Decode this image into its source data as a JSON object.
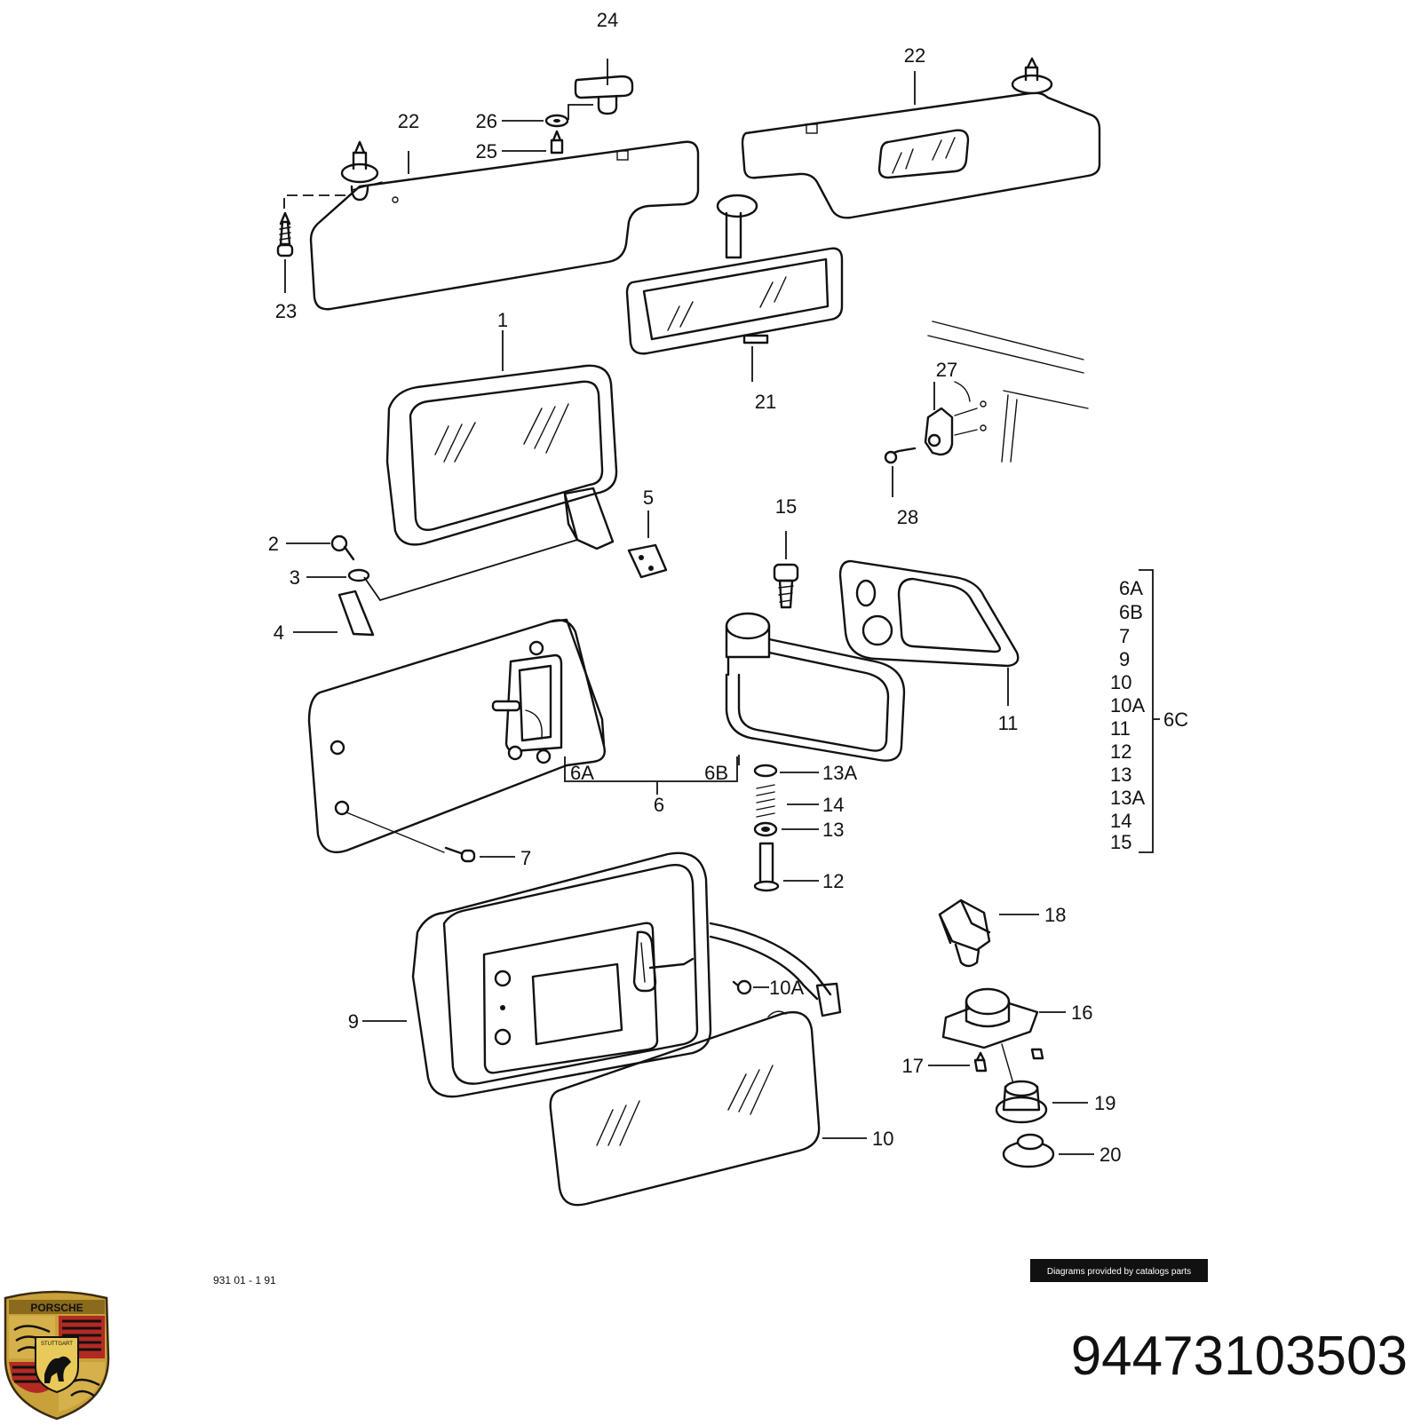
{
  "labels": {
    "l1": "1",
    "l2": "2",
    "l3": "3",
    "l4": "4",
    "l5": "5",
    "l6": "6",
    "l6A": "6A",
    "l6B": "6B",
    "l7": "7",
    "l9": "9",
    "l10": "10",
    "l10A": "10A",
    "l11": "11",
    "l12": "12",
    "l13": "13",
    "l13A": "13A",
    "l14": "14",
    "l15": "15",
    "l16": "16",
    "l17": "17",
    "l18": "18",
    "l19": "19",
    "l20": "20",
    "l21": "21",
    "l22a": "22",
    "l22b": "22",
    "l23": "23",
    "l24": "24",
    "l25": "25",
    "l26": "26",
    "l27": "27",
    "l28": "28"
  },
  "group_6C": {
    "items": [
      "6A",
      "6B",
      "7",
      "9",
      "10",
      "10A",
      "11",
      "12",
      "13",
      "13A",
      "14",
      "15"
    ],
    "label": "6C"
  },
  "diagram_code": "931 01 - 1 91",
  "credit": "Diagrams provided by catalogs parts",
  "part_number": "94473103503",
  "logo": {
    "text": "PORSCHE",
    "sub": "STUTTGART"
  }
}
